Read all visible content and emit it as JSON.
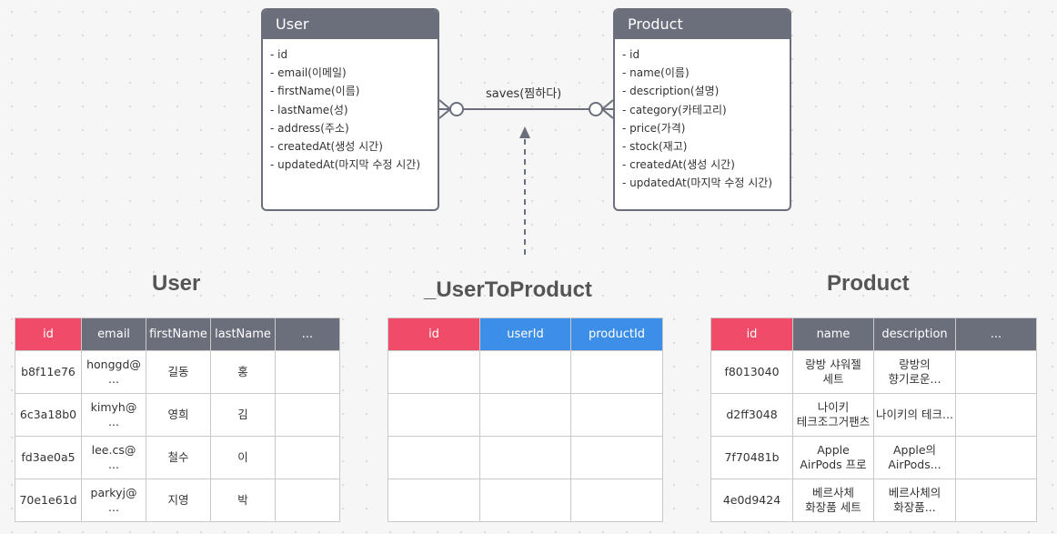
{
  "colors": {
    "entity_header": "#6b6f7b",
    "pk_header": "#f04b68",
    "fk_header": "#3d8ee6",
    "column_header": "#6b6f7b",
    "relation_line": "#6b6f7b"
  },
  "user_entity": {
    "title": "User",
    "fields": [
      "- id",
      "- email(이메일)",
      "- firstName(이름)",
      "- lastName(성)",
      "- address(주소)",
      "- createdAt(생성 시간)",
      "- updatedAt(마지막 수정 시간)"
    ]
  },
  "product_entity": {
    "title": "Product",
    "fields": [
      "- id",
      "- name(이름)",
      "- description(설명)",
      "- category(카테고리)",
      "- price(가격)",
      "- stock(재고)",
      "- createdAt(생성 시간)",
      "- updatedAt(마지막 수정 시간)"
    ]
  },
  "relation": {
    "label": "saves(찜하다)"
  },
  "user_table": {
    "title": "User",
    "headers": [
      "id",
      "email",
      "firstName",
      "lastName",
      "..."
    ],
    "rows": [
      [
        "b8f11e76",
        "honggd@\n...",
        "길동",
        "홍",
        ""
      ],
      [
        "6c3a18b0",
        "kimyh@\n...",
        "영희",
        "김",
        ""
      ],
      [
        "fd3ae0a5",
        "lee.cs@\n...",
        "철수",
        "이",
        ""
      ],
      [
        "70e1e61d",
        "parkyj@\n...",
        "지영",
        "박",
        ""
      ]
    ]
  },
  "join_table": {
    "title": "_UserToProduct",
    "headers": [
      "id",
      "userId",
      "productId"
    ],
    "rows": [
      [
        "",
        "",
        ""
      ],
      [
        "",
        "",
        ""
      ],
      [
        "",
        "",
        ""
      ],
      [
        "",
        "",
        ""
      ]
    ]
  },
  "product_table": {
    "title": "Product",
    "headers": [
      "id",
      "name",
      "description",
      "..."
    ],
    "rows": [
      [
        "f8013040",
        "랑방 샤워젤\n세트",
        "랑방의\n향기로운...",
        ""
      ],
      [
        "d2ff3048",
        "나이키\n테크조그거팬츠",
        "나이키의 테크...",
        ""
      ],
      [
        "7f70481b",
        "Apple\nAirPods 프로",
        "Apple의\nAirPods...",
        ""
      ],
      [
        "4e0d9424",
        "베르사체\n화장품 세트",
        "베르사체의\n화장품...",
        ""
      ]
    ]
  }
}
